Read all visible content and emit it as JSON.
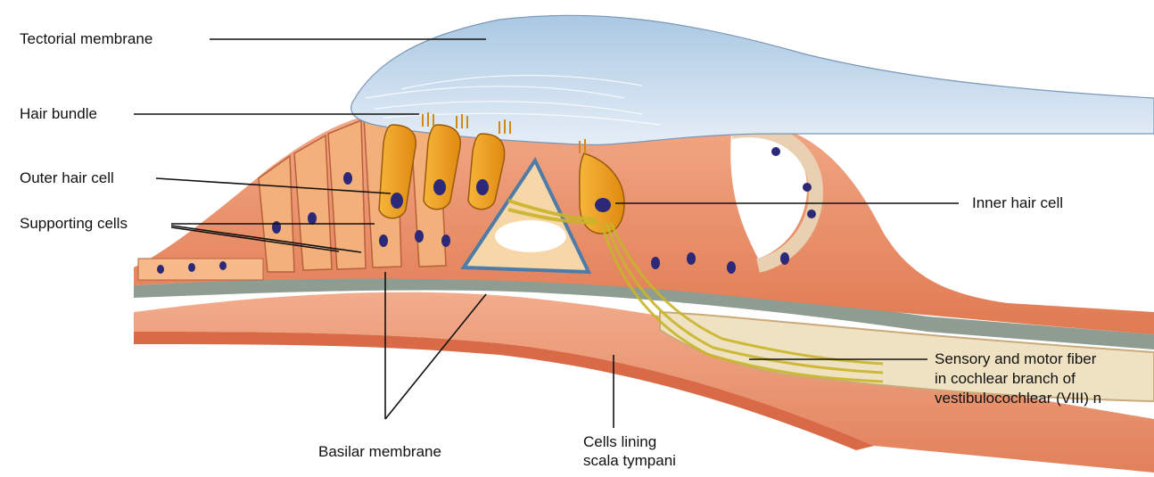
{
  "labels": {
    "tectorial_membrane": "Tectorial membrane",
    "hair_bundle": "Hair bundle",
    "outer_hair_cell": "Outer hair cell",
    "supporting_cells": "Supporting cells",
    "inner_hair_cell": "Inner hair cell",
    "sensory_fibers_line1": "Sensory and motor fiber",
    "sensory_fibers_line2": "in cochlear branch of",
    "sensory_fibers_line3": "vestibulocochlear (VIII) n",
    "basilar_membrane": "Basilar membrane",
    "cells_lining_line1": "Cells lining",
    "cells_lining_line2": "scala tympani"
  },
  "colors": {
    "tectorial": "#c9dceb",
    "tissue": "#e7906a",
    "supporting": "#f2a866",
    "hair_cell": "#f0a020",
    "nucleus": "#2c2a78",
    "fiber": "#c9b52a",
    "basilar": "#8e9c92"
  }
}
